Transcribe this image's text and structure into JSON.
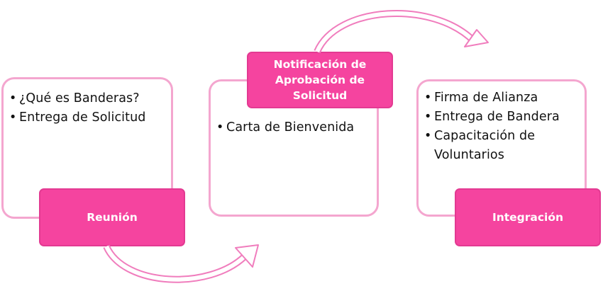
{
  "colors": {
    "card_border": "#f4a6cf",
    "label_fill": "#f5449f",
    "arrow_stroke": "#f07dbd"
  },
  "steps": [
    {
      "label": "Reunión",
      "bullets": [
        "¿Qué es Banderas?",
        "Entrega de Solicitud"
      ]
    },
    {
      "label": "Notificación de Aprobación de Solicitud",
      "bullets": [
        "Carta de Bienvenida"
      ]
    },
    {
      "label": "Integración",
      "bullets": [
        "Firma de Alianza",
        "Entrega de Bandera",
        "Capacitación de Voluntarios"
      ]
    }
  ],
  "connectors": [
    {
      "from": "Reunión",
      "to": "Notificación de Aprobación de Solicitud",
      "icon": "curved-arrow-icon"
    },
    {
      "from": "Notificación de Aprobación de Solicitud",
      "to": "Integración",
      "icon": "curved-arrow-icon"
    }
  ]
}
